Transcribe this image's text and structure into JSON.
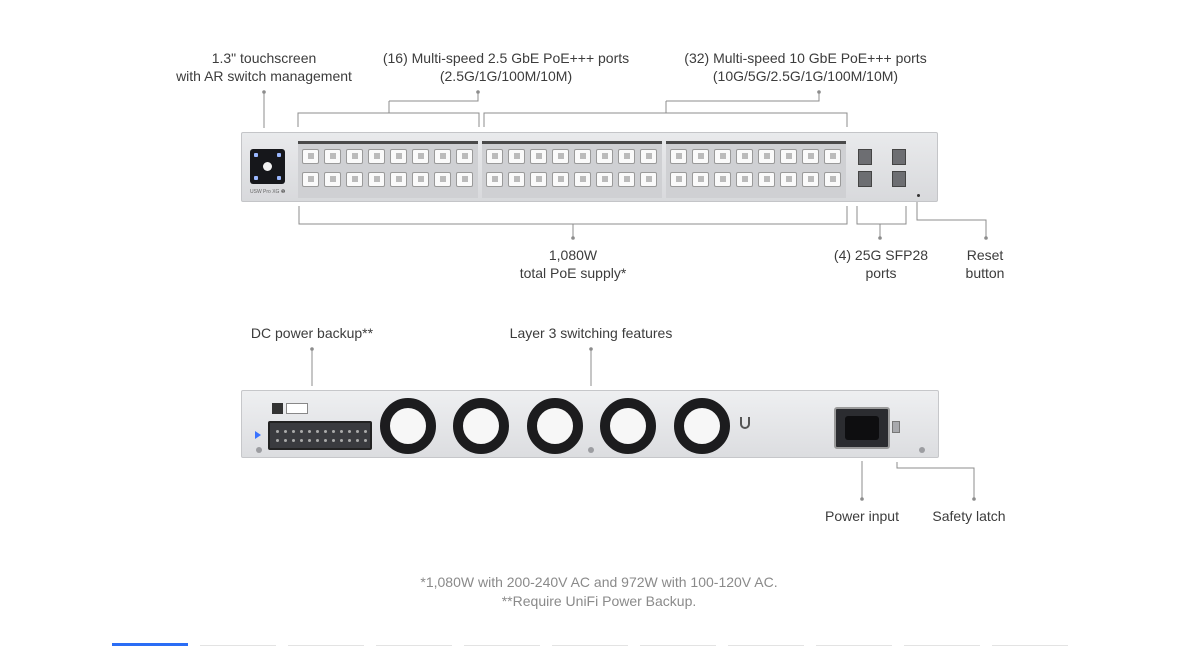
{
  "callouts": {
    "touchscreen": [
      "1.3\" touchscreen",
      "with AR switch management"
    ],
    "ports_2_5g": [
      "(16) Multi-speed 2.5 GbE PoE+++ ports",
      "(2.5G/1G/100M/10M)"
    ],
    "ports_10g": [
      "(32) Multi-speed 10 GbE PoE+++ ports",
      "(10G/5G/2.5G/1G/100M/10M)"
    ],
    "poe_supply": [
      "1,080W",
      "total PoE supply*"
    ],
    "sfp28": [
      "(4) 25G SFP28",
      "ports"
    ],
    "reset": [
      "Reset",
      "button"
    ],
    "dc_backup": "DC power backup**",
    "layer3": "Layer 3 switching features",
    "power_input": "Power input",
    "safety_latch": "Safety latch"
  },
  "front_panel": {
    "model_label": "USW Pro XG ❶"
  },
  "footnotes": [
    "*1,080W with 200-240V AC and 972W with 100-120V AC.",
    "**Require UniFi Power Backup."
  ],
  "tabs": {
    "count": 11,
    "active_index": 0
  },
  "colors": {
    "accent": "#2a6df5",
    "callout_line": "#8c8c8c",
    "text": "#3c3c3c",
    "footnote": "#8a8a8a"
  },
  "icons": [
    "touchscreen-icon",
    "ubiquiti-logo-icon",
    "fan-icon",
    "power-connector-icon"
  ]
}
